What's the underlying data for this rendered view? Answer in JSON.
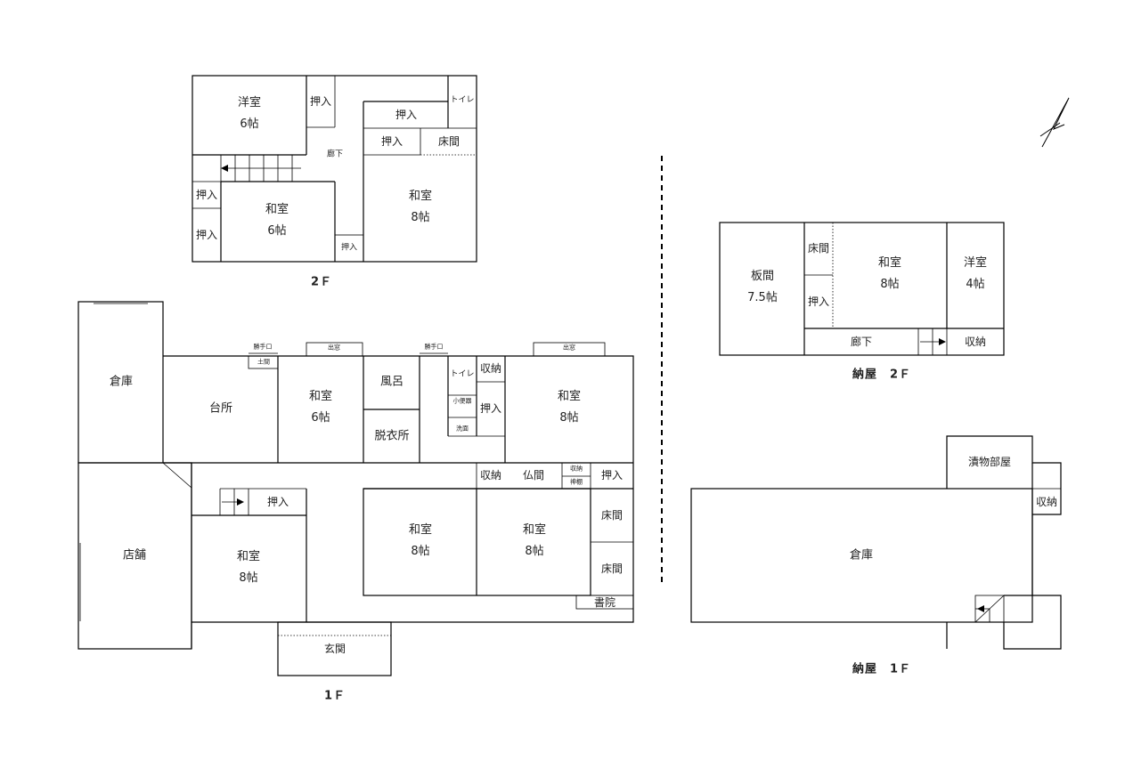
{
  "floors": {
    "main_2f": "2Ｆ",
    "main_1f": "1Ｆ",
    "barn_2f": "納屋　2Ｆ",
    "barn_1f": "納屋　1Ｆ"
  },
  "rooms_2f": {
    "yoshitsu": "洋室",
    "yoshitsu_size": "6帖",
    "oshiire_a": "押入",
    "toilet": "トイレ",
    "oshiire_b": "押入",
    "oshiire_c": "押入",
    "tokonoma": "床間",
    "rouka": "廊下",
    "washitsu8": "和室",
    "washitsu8_size": "8帖",
    "oshiire_d": "押入",
    "oshiire_e": "押入",
    "washitsu6": "和室",
    "washitsu6_size": "6帖",
    "oshiire_f": "押入"
  },
  "rooms_1f": {
    "souko": "倉庫",
    "tenpo": "店舗",
    "daidokoro": "台所",
    "katteguchi_a": "勝手口",
    "doma": "土間",
    "demado_a": "出窓",
    "washitsu6": "和室",
    "washitsu6_size": "6帖",
    "furo": "風呂",
    "datsuijo": "脱衣所",
    "katteguchi_b": "勝手口",
    "toilet": "トイレ",
    "shoubenki": "小便器",
    "senmen": "洗面",
    "shuunou_a": "収納",
    "oshiire_a": "押入",
    "demado_b": "出窓",
    "washitsu8_a": "和室",
    "washitsu8_a_size": "8帖",
    "shuunou_b": "収納",
    "butsuma": "仏間",
    "shuunou_c": "収納",
    "kamidana": "神棚",
    "oshiire_b": "押入",
    "tokonoma_a": "床間",
    "tokonoma_b": "床間",
    "shoin": "書院",
    "washitsu8_b": "和室",
    "washitsu8_b_size": "8帖",
    "washitsu8_c": "和室",
    "washitsu8_c_size": "8帖",
    "oshiire_c": "押入",
    "washitsu8_d": "和室",
    "washitsu8_d_size": "8帖",
    "genkan": "玄関"
  },
  "barn_2f_rooms": {
    "itama": "板間",
    "itama_size": "7.5帖",
    "tokonoma": "床間",
    "oshiire": "押入",
    "washitsu": "和室",
    "washitsu_size": "8帖",
    "yoshitsu": "洋室",
    "yoshitsu_size": "4帖",
    "rouka": "廊下",
    "shuunou": "収納"
  },
  "barn_1f_rooms": {
    "tsukemono": "漬物部屋",
    "shuunou": "収納",
    "souko": "倉庫"
  }
}
